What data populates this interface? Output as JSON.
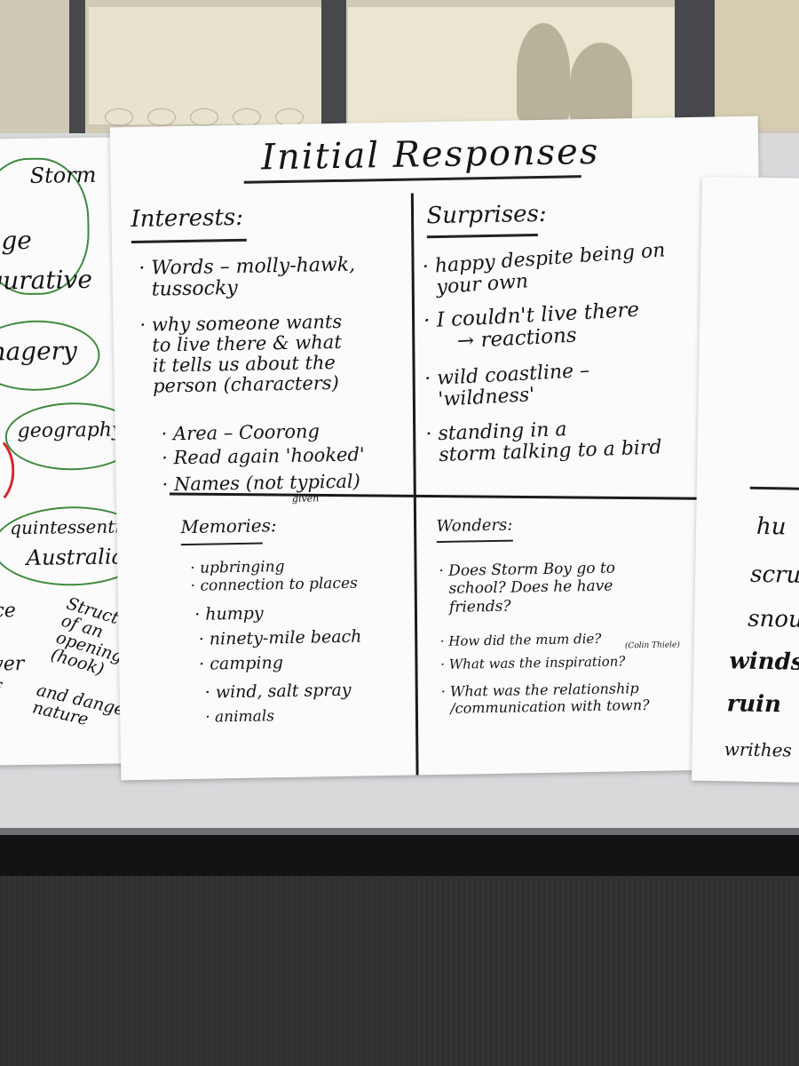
{
  "main_sheet": {
    "title": "Initial Responses",
    "interests": {
      "heading": "Interests:",
      "items": [
        "· Words – molly-hawk,\n  tussocky",
        "· why someone wants\n  to live there & what\n  it tells us about the\n  person (characters)",
        "· Area – Coorong",
        "· Read again 'hooked'",
        "· Names (not typical)",
        "given"
      ]
    },
    "surprises": {
      "heading": "Surprises:",
      "items": [
        "· happy despite being on\n  your own",
        "· I couldn't live there\n     → reactions",
        "· wild coastline –\n  'wildness'",
        "· standing in a\n  storm talking to a bird"
      ]
    },
    "memories": {
      "heading": "Memories:",
      "items": [
        "· upbringing",
        "· connection to places",
        "· humpy",
        "· ninety-mile beach",
        "· camping",
        "· wind, salt spray",
        "· animals"
      ]
    },
    "wonders": {
      "heading": "Wonders:",
      "items": [
        "· Does Storm Boy go to\n  school? Does he have\n  friends?",
        "· How did the mum die?",
        "(Colin Thiele)",
        "· What was the inspiration?",
        "· What was the relationship\n  /communication with town?"
      ]
    }
  },
  "left_sheet": {
    "words": [
      "Storm",
      "age",
      "gurative",
      "nagery",
      "geography",
      "quintessentially",
      "Australian",
      "ce",
      "ver",
      "f",
      "Structure\nof an\nopening\n(hook)",
      "and danger\nnature"
    ]
  },
  "right_sheet": {
    "words": [
      "hu",
      "scru",
      "snou",
      "winds",
      "ruin",
      "writhes"
    ]
  },
  "colors": {
    "bubble": "#3e8a3e",
    "red_mark": "#d8262a",
    "ink": "#151515"
  }
}
